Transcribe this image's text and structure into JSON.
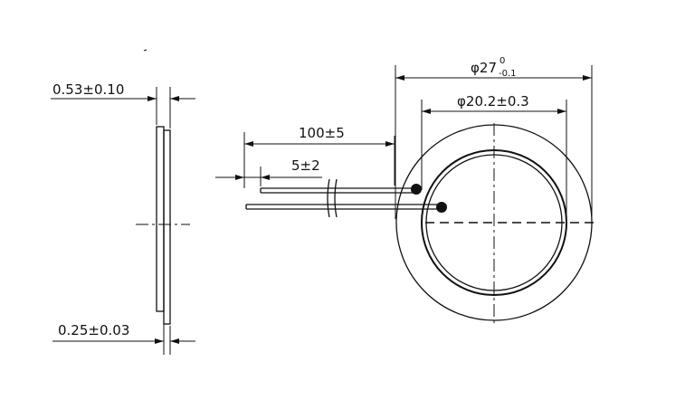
{
  "dimensions": {
    "total_thickness": "0.53±0.10",
    "plate_thickness": "0.25±0.03",
    "wire_length": "100±5",
    "strip_length": "5±2",
    "outer_diameter_main": "φ27",
    "outer_diameter_upper_tol": "0",
    "outer_diameter_lower_tol": "-0.1",
    "inner_diameter": "φ20.2±0.3"
  },
  "colors": {
    "ink": "#111111",
    "background": "#ffffff"
  }
}
